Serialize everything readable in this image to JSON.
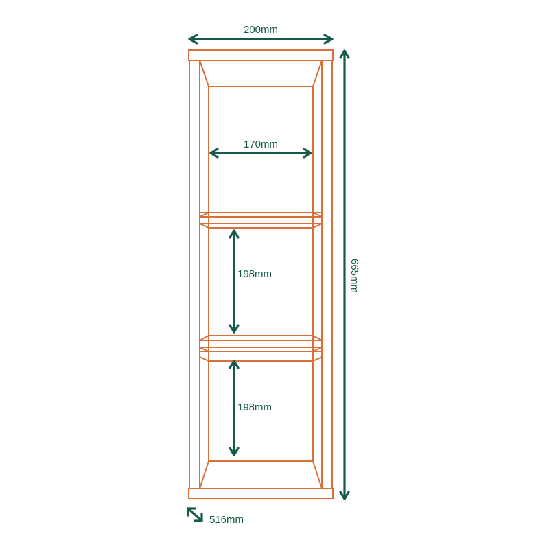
{
  "dimensions": {
    "width": "200mm",
    "inner_width": "170mm",
    "shelf_height_middle": "198mm",
    "shelf_height_bottom": "198mm",
    "total_height": "665mm",
    "depth": "516mm"
  },
  "colors": {
    "outline": "#d9703a",
    "dimension": "#175a4c"
  }
}
